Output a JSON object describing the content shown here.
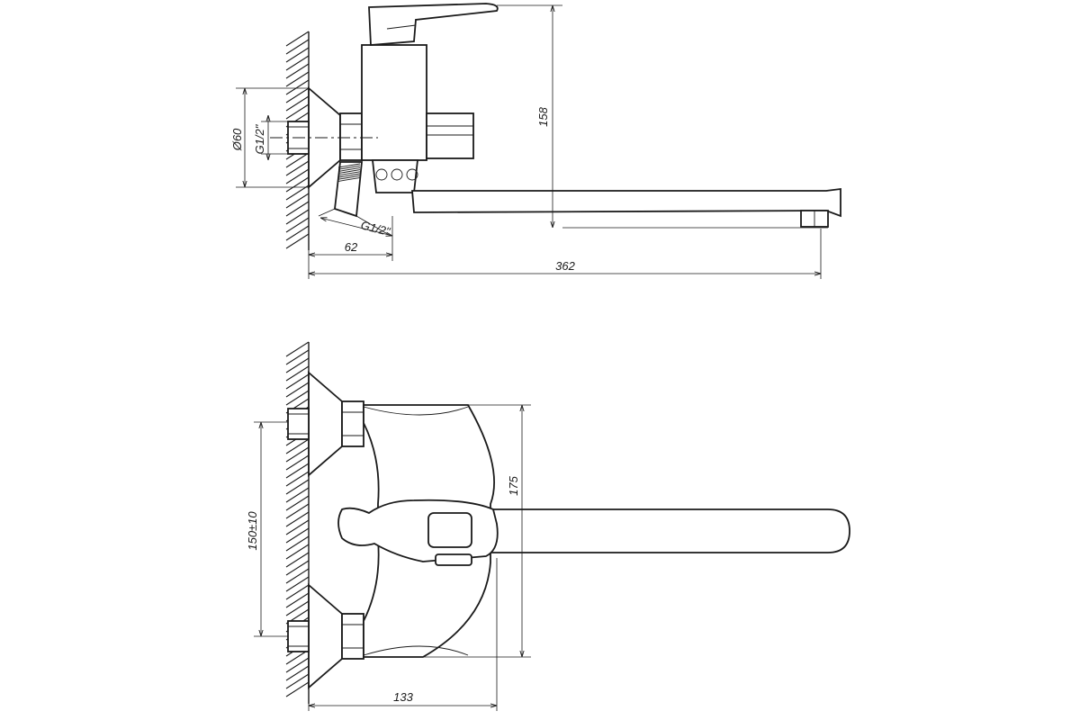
{
  "dimensions": {
    "overall_height": "158",
    "flange_diameter": "Ø60",
    "inlet_thread": "G1/2\"",
    "eccentric_thread": "G1/2\"",
    "wall_to_eccentric": "62",
    "spout_reach": "362",
    "inlet_spacing": "150±10",
    "body_height": "175",
    "body_depth": "133"
  }
}
